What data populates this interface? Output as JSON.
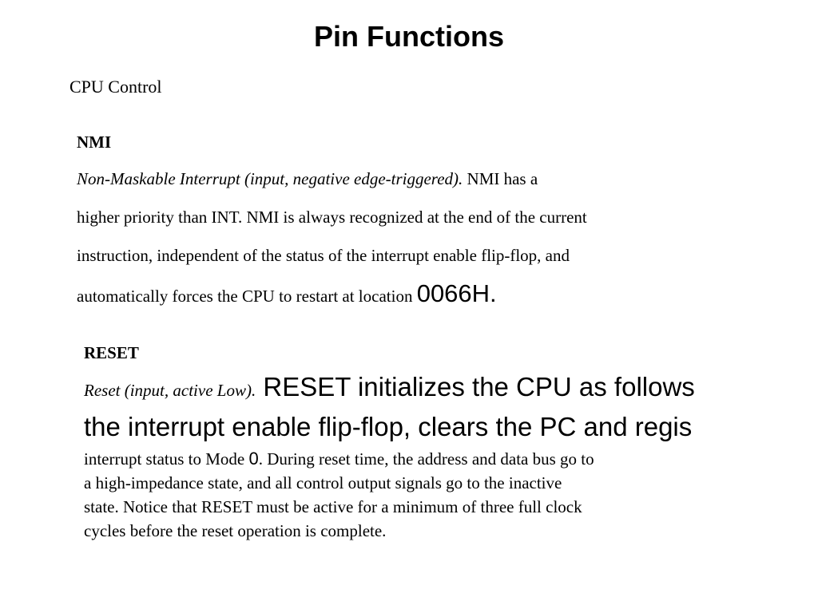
{
  "title": "Pin Functions",
  "subtitle": "CPU Control",
  "nmi": {
    "heading": "NMI",
    "line1_italic": "Non-Maskable Interrupt (input, negative edge-triggered).",
    "line1_rest": " NMI has a",
    "line2": "higher priority than INT. NMI is always recognized at the end of the current",
    "line3": "instruction, independent of the status of the interrupt enable flip-flop, and",
    "line4_text": "automatically forces the CPU to restart at location ",
    "line4_address": "0066H."
  },
  "reset": {
    "heading": "RESET",
    "line1_italic": "Reset (input, active Low).",
    "line1_large": " RESET initializes the CPU as follows",
    "line2_large": "the interrupt enable flip-flop, clears the PC and regis",
    "line3_text": "interrupt status to Mode ",
    "line3_mode": "0",
    "line3_rest": ". During reset time, the address and data bus go to",
    "line4": "a high-impedance state, and all control output signals go to the inactive",
    "line5": "state. Notice that RESET must be active for a minimum of three full clock",
    "line6": "cycles before the reset operation is complete."
  }
}
